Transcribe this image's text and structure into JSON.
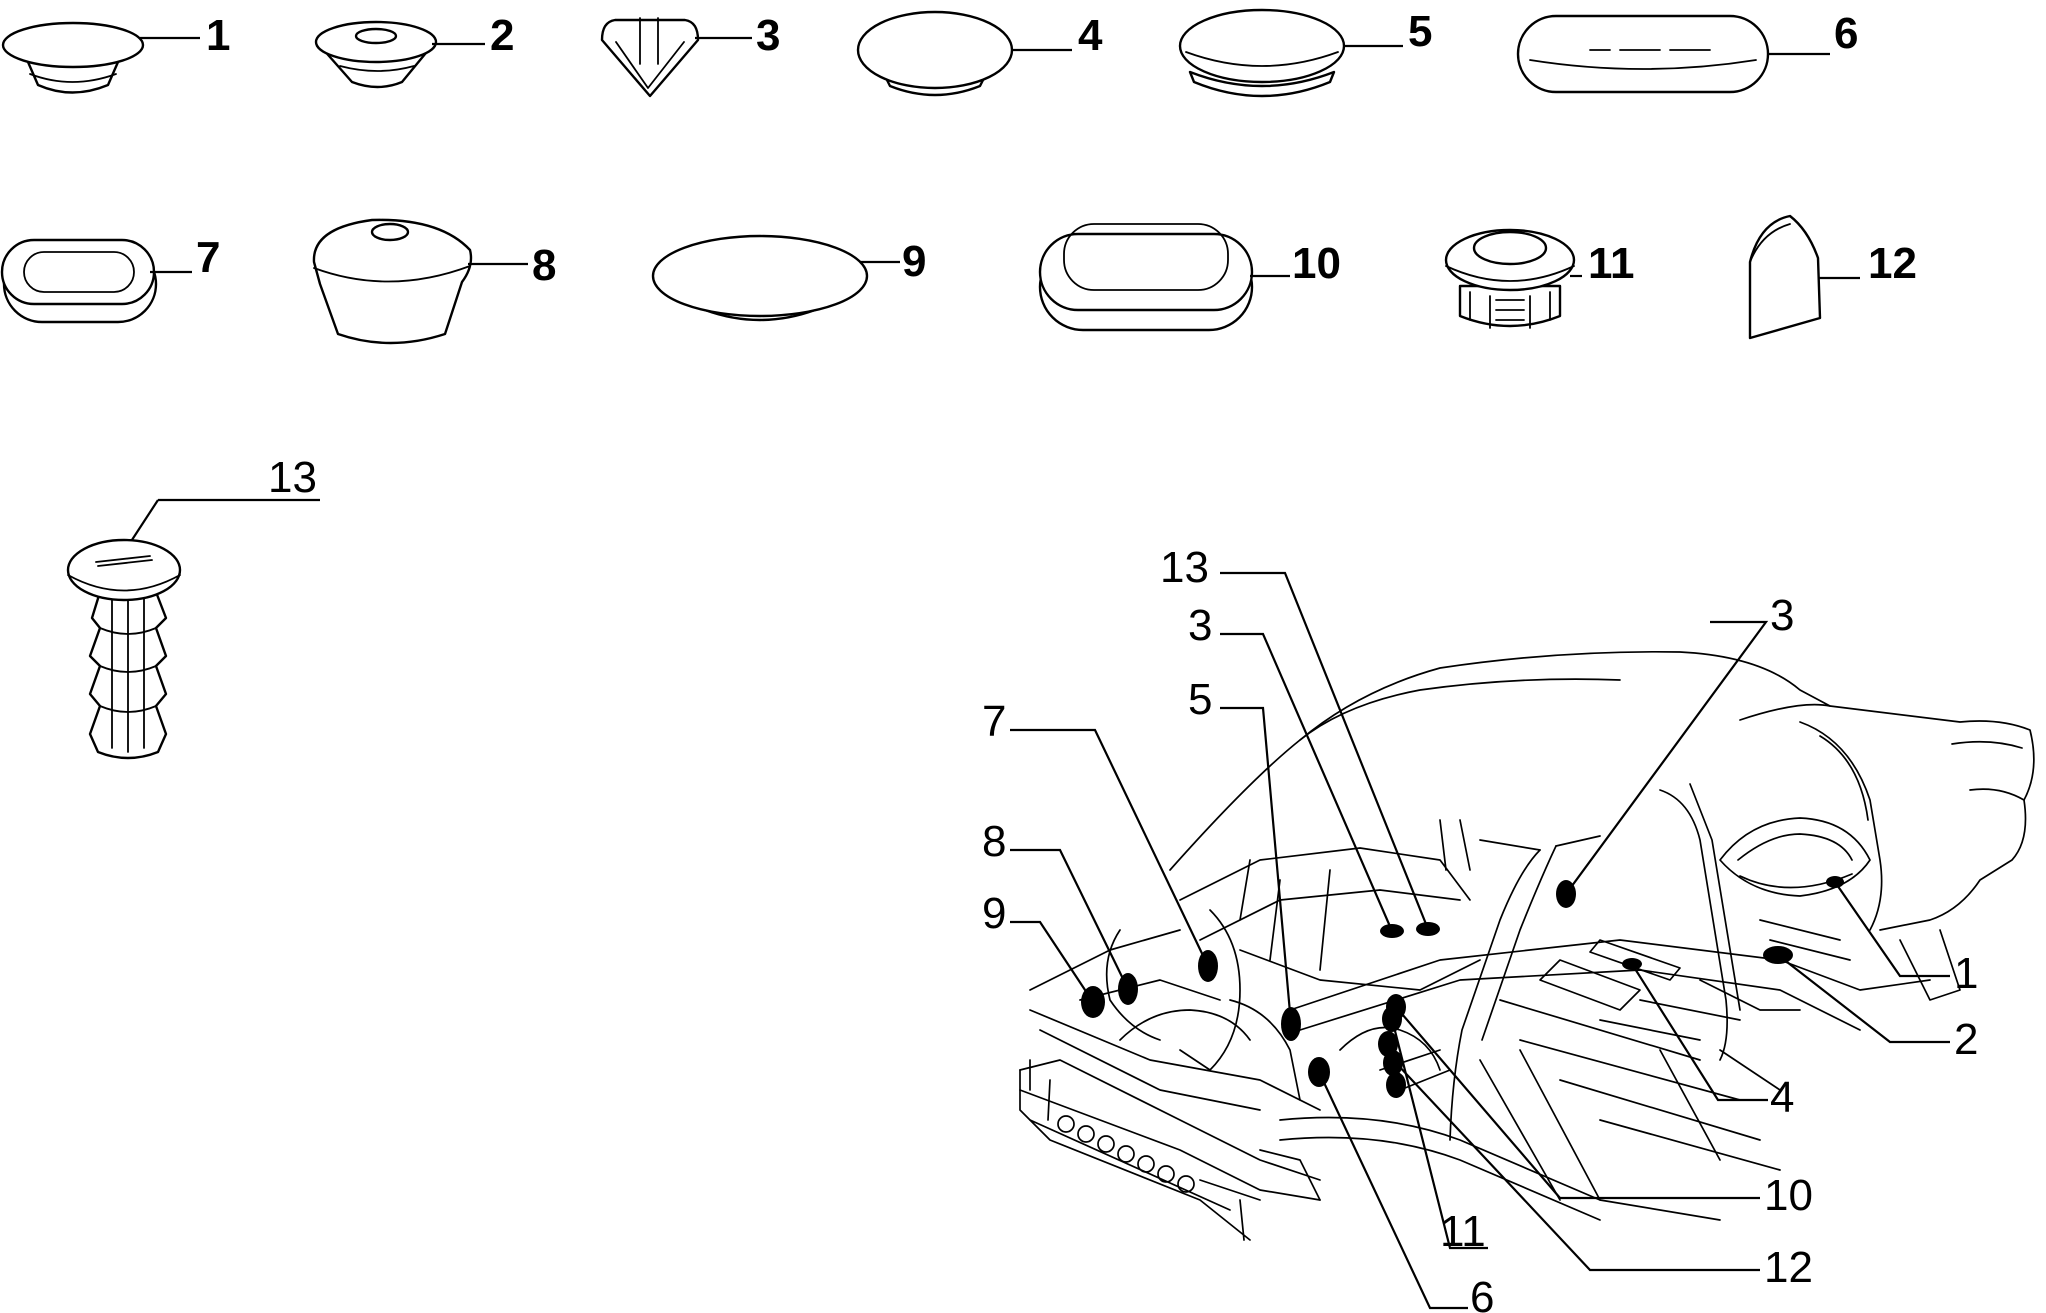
{
  "labels": {
    "p1": "1",
    "p2": "2",
    "p3": "3",
    "p4": "4",
    "p5": "5",
    "p6": "6",
    "p7": "7",
    "p8": "8",
    "p9": "9",
    "p10": "10",
    "p11": "11",
    "p12": "12",
    "p13": "13"
  },
  "callouts": {
    "c13": "13",
    "c3a": "3",
    "c5": "5",
    "c7": "7",
    "c8": "8",
    "c9": "9",
    "c3b": "3",
    "c1": "1",
    "c2": "2",
    "c4": "4",
    "c10": "10",
    "c11": "11",
    "c12": "12",
    "c6": "6"
  }
}
